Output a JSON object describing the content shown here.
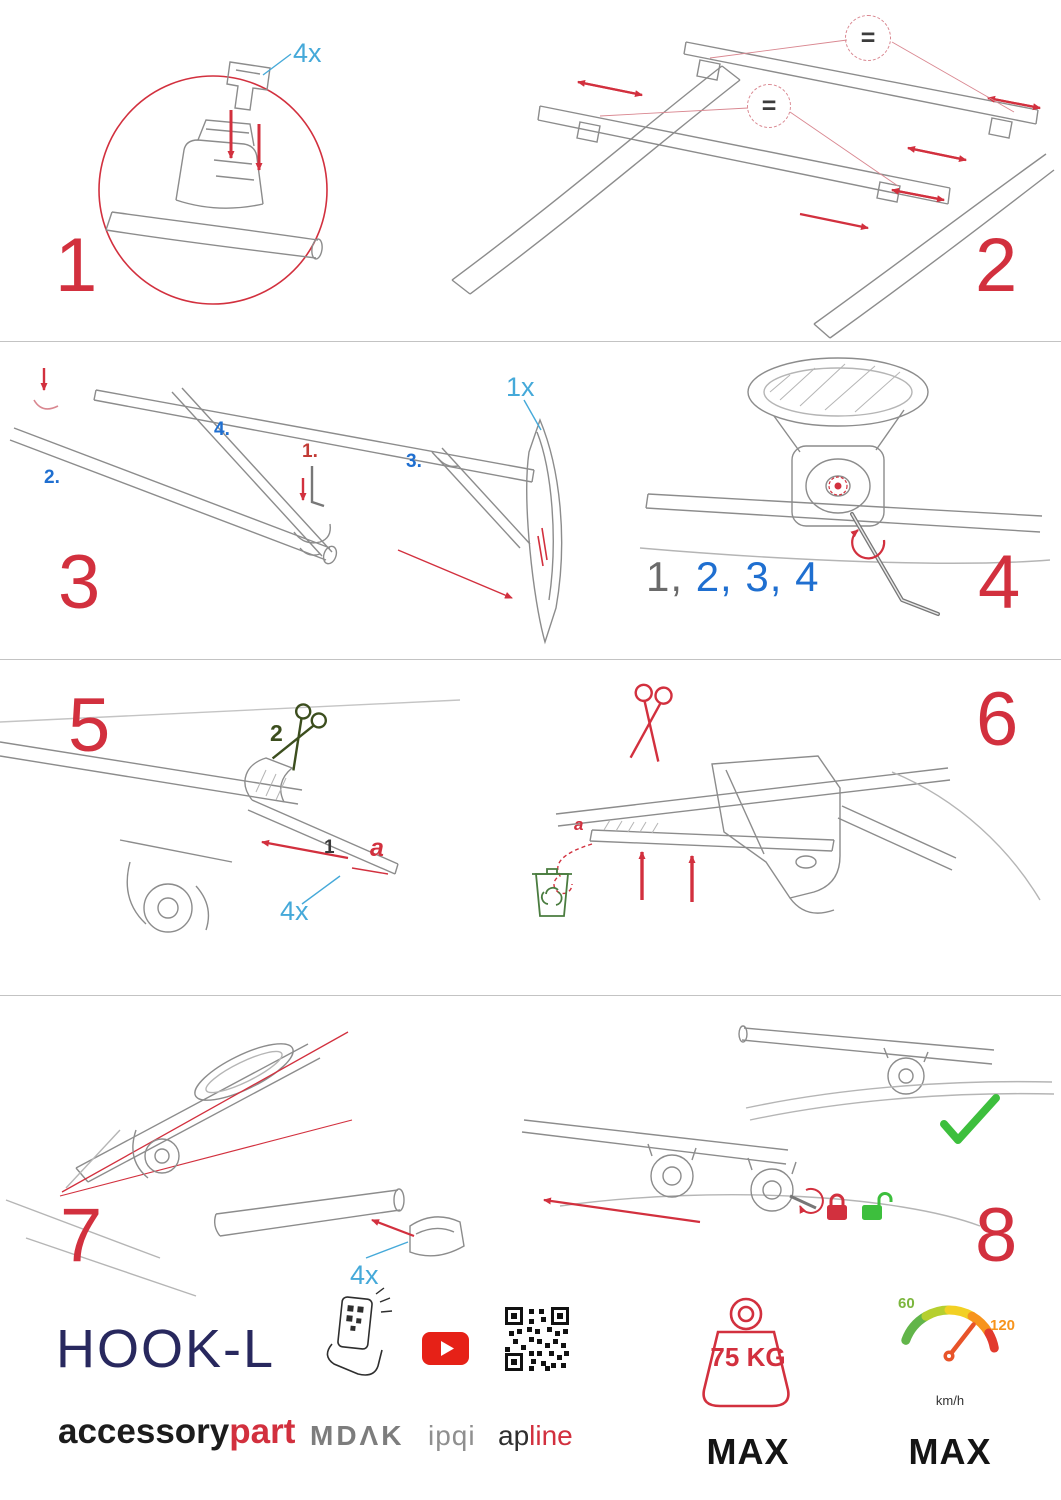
{
  "steps": {
    "step1": {
      "number": "1",
      "qty": "4x"
    },
    "step2": {
      "number": "2",
      "equal_a": "=",
      "equal_b": "="
    },
    "step3": {
      "number": "3",
      "qty": "1x",
      "sub1": "1.",
      "sub2": "2.",
      "sub3": "3.",
      "sub4": "4."
    },
    "step4": {
      "number": "4",
      "seq_first": "1,",
      "seq_rest": " 2, 3, 4"
    },
    "step5": {
      "number": "5",
      "cut_step": "2",
      "pull_step": "1",
      "dim": "a",
      "qty": "4x"
    },
    "step6": {
      "number": "6",
      "dim": "a"
    },
    "step7": {
      "number": "7",
      "qty": "4x"
    },
    "step8": {
      "number": "8"
    }
  },
  "footer": {
    "product": "HOOK-L",
    "brand_1": "accessory",
    "brand_2": "part",
    "logo_mdak": "MDΛK",
    "logo_ipqi": "ipqi",
    "logo_apline_1": "ap",
    "logo_apline_2": "line",
    "weight_value": "75 KG",
    "weight_max_label": "MAX",
    "speed_low": "60",
    "speed_high": "120",
    "speed_unit": "km/h",
    "speed_max_label": "MAX"
  },
  "colors": {
    "step_number_red": "#d2303e",
    "quantity_blue": "#45a9d9",
    "sequence_blue": "#1f6fd0",
    "success_green": "#3dbf3d",
    "lock_locked_red": "#d2303e",
    "lock_unlocked_green": "#3dbf3d",
    "brand_navy": "#28285e",
    "brand_red": "#d2303e",
    "youtube_red": "#e62117",
    "speed_green": "#7cb63e",
    "speed_orange": "#f7941d"
  }
}
